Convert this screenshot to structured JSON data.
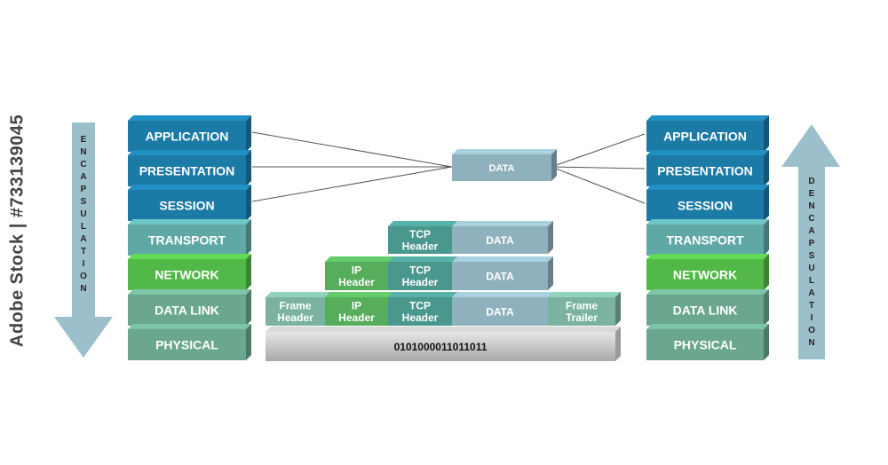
{
  "watermark": "Adobe Stock | #733139045",
  "colors": {
    "dark_blue": "#1c7aa6",
    "teal": "#5fa8a6",
    "green": "#52b948",
    "sage": "#6aa78e",
    "arrow": "#9cc0cb",
    "data_block": "#8fb1bd",
    "tcp_block": "#4a978e",
    "ip_block": "#56ad5b",
    "frame_block": "#7bb3a0",
    "physical_bar": "#c4c4c4"
  },
  "left_stack": {
    "arrow_label": "ENCAPSULATION",
    "layers": [
      {
        "label": "APPLICATION",
        "color": "dark_blue"
      },
      {
        "label": "PRESENTATION",
        "color": "dark_blue"
      },
      {
        "label": "SESSION",
        "color": "dark_blue"
      },
      {
        "label": "TRANSPORT",
        "color": "teal"
      },
      {
        "label": "NETWORK",
        "color": "green"
      },
      {
        "label": "DATA LINK",
        "color": "sage"
      },
      {
        "label": "PHYSICAL",
        "color": "sage"
      }
    ]
  },
  "right_stack": {
    "arrow_label": "DENCAPSULATION",
    "layers": [
      {
        "label": "APPLICATION",
        "color": "dark_blue"
      },
      {
        "label": "PRESENTATION",
        "color": "dark_blue"
      },
      {
        "label": "SESSION",
        "color": "dark_blue"
      },
      {
        "label": "TRANSPORT",
        "color": "teal"
      },
      {
        "label": "NETWORK",
        "color": "green"
      },
      {
        "label": "DATA LINK",
        "color": "sage"
      },
      {
        "label": "PHYSICAL",
        "color": "sage"
      }
    ]
  },
  "center": {
    "data_top": "DATA",
    "transport_row": [
      "TCP\nHeader",
      "DATA"
    ],
    "network_row": [
      "IP\nHeader",
      "TCP\nHeader",
      "DATA"
    ],
    "datalink_row": [
      "Frame\nHeader",
      "IP\nHeader",
      "TCP\nHeader",
      "DATA",
      "Frame\nTrailer"
    ],
    "bits": "0101000011011011"
  }
}
